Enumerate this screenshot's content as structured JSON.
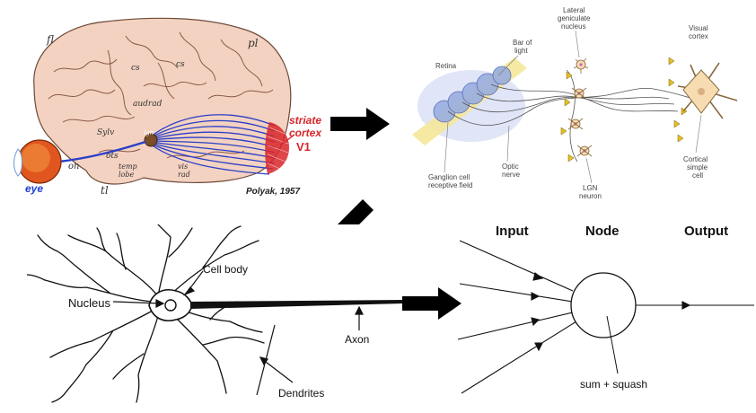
{
  "brain": {
    "striate_line1": "striate",
    "striate_line2": "cortex",
    "v1": "V1",
    "eye": "eye",
    "citation": "Polyak, 1957",
    "hand_fl": "fl",
    "hand_pl": "pl",
    "hand_tl": "tl",
    "hand_on": "on",
    "hand_sylv": "Sylv",
    "hand_cs": "cs",
    "hand_cs2": "cs",
    "hand_lgn": "lgn",
    "hand_auditory": "audrad",
    "hand_ots": "ots",
    "hand_temp": "temp",
    "hand_lobe": "lobe",
    "hand_vis": "vis",
    "hand_rad": "rad"
  },
  "visual_pathway": {
    "retina": "Retina",
    "bar_line1": "Bar of",
    "bar_line2": "light",
    "lgn_line1": "Lateral",
    "lgn_line2": "geniculate",
    "lgn_line3": "nucleus",
    "cortex_line1": "Visual",
    "cortex_line2": "cortex",
    "ganglion_line1": "Ganglion cell",
    "ganglion_line2": "receptive field",
    "optic_line1": "Optic",
    "optic_line2": "nerve",
    "lgnneuron_line1": "LGN",
    "lgnneuron_line2": "neuron",
    "simple_line1": "Cortical",
    "simple_line2": "simple",
    "simple_line3": "cell"
  },
  "neuron": {
    "cell_body": "Cell body",
    "nucleus": "Nucleus",
    "axon": "Axon",
    "dendrites": "Dendrites"
  },
  "node_model": {
    "input": "Input",
    "node": "Node",
    "output": "Output",
    "sum_squash": "sum + squash"
  },
  "colors": {
    "brain_fill": "#f3d2c1",
    "v1_red": "#d8262a",
    "eye_blue": "#1a3fd0",
    "fiber_blue": "#2a3fc8",
    "cell_fill": "#f6dcb0",
    "bar_yellow": "#f5e79a",
    "receptive_blue": "#9aaee0",
    "arrow_black": "#000000"
  },
  "icons": {
    "arrow1": "arrow-right-icon",
    "arrow2": "arrow-down-left-icon",
    "arrow3": "arrow-right-icon"
  }
}
